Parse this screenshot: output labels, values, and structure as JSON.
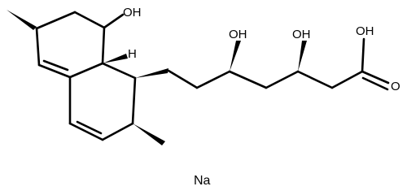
{
  "labels": {
    "oh_ring": "OH",
    "h_stereo": "H",
    "oh_chain_1": "OH",
    "oh_chain_2": "OH",
    "oh_acid": "OH",
    "o_carbonyl": "O",
    "sodium": "Na"
  }
}
